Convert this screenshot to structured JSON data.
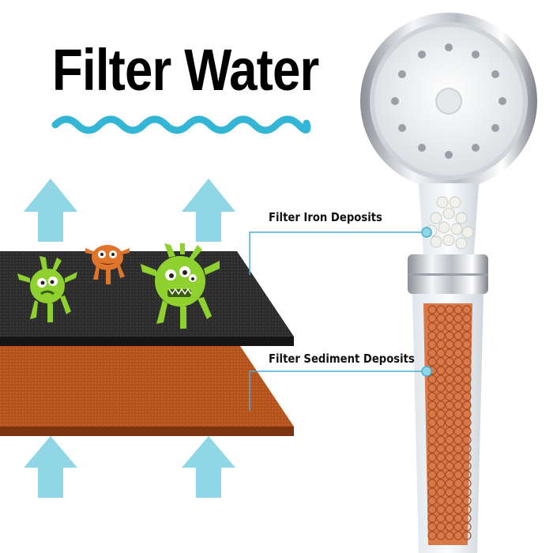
{
  "title": "Filter Water",
  "callouts": {
    "iron": "Filter Iron Deposits",
    "sediment": "Filter Sediment Deposits"
  },
  "icons": {
    "wave": "wave-icon",
    "arrow": "arrow-up-icon",
    "germ": "germ-icon",
    "shower": "shower-head-icon"
  },
  "colors": {
    "wave": "#33b5d6",
    "arrow": "#8fd6e6",
    "filter_dark": "#2b2b2b",
    "filter_orange": "#b8541c",
    "beads": "#d9794a",
    "germ_green": "#8fd12e",
    "germ_orange": "#e0742a",
    "callout_line": "#4aaed0"
  }
}
